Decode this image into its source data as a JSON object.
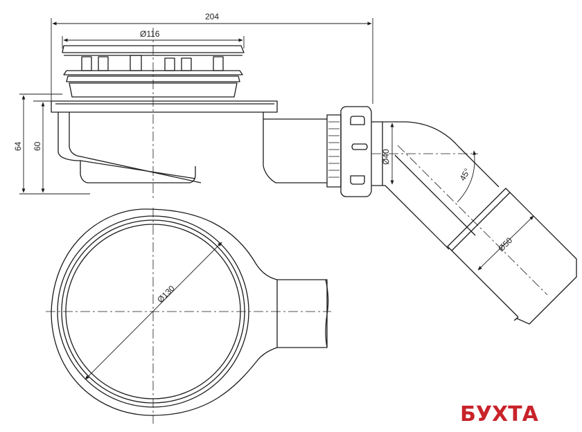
{
  "dimensions": {
    "overall_width": "204",
    "grate_diameter": "Ø116",
    "total_height": "64",
    "body_height": "60",
    "outlet_diameter": "Ø40",
    "elbow_angle": "45°",
    "pipe_diameter": "Ø50",
    "base_diameter": "Ø130"
  },
  "logo": {
    "text": "БУХТА"
  },
  "colors": {
    "line": "#1a1a1a",
    "logo_red": "#c8232a"
  }
}
